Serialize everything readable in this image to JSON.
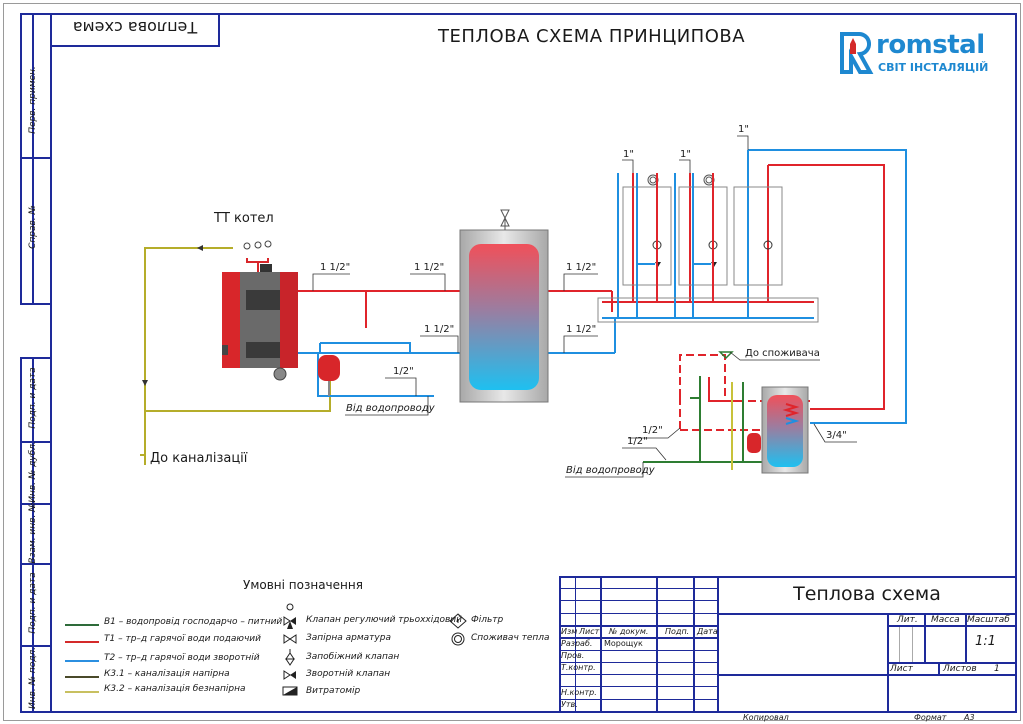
{
  "sheet": {
    "stamp_top_left": "Теплова схема",
    "title": "ТЕПЛОВА СХЕМА ПРИНЦИПОВА",
    "logo": {
      "brand": "romstal",
      "tagline": "СВІТ ІНСТАЛЯЦІЙ",
      "icon": "romstal-r-logo-icon",
      "brand_color": "#1e88d0",
      "accent_color": "#d42a2a"
    },
    "side_stamp": [
      "Перв. примен.",
      "Справ. №",
      "Подп. и дата",
      "Инв. № дубл.",
      "Взам. инв. №",
      "Подп. и дата",
      "Инв. № подл."
    ],
    "frame_color": "#1e2a9a"
  },
  "diagram": {
    "boiler_label": "ТТ котел",
    "sewer_label": "До каналізації",
    "water_supply_label_1": "Від водопроводу",
    "water_supply_label_2": "Від водопроводу",
    "consumer_label": "До споживача",
    "pipe_sizes": {
      "boiler_supply": "1 1/2\"",
      "tank_in_supply": "1 1/2\"",
      "tank_out_supply": "1 1/2\"",
      "boiler_return": "1 1/2\"",
      "tank_out_return": "1 1/2\"",
      "makeup": "1/2\"",
      "group1": "1\"",
      "group2": "1\"",
      "group3": "1\"",
      "dhw_a": "1/2\"",
      "dhw_b": "1/2\"",
      "coil": "3/4\""
    },
    "colors": {
      "supply": "#e0242b",
      "return": "#1f8fe0",
      "water": "#2e7d32",
      "sewer_pressure": "#5a4a1a",
      "sewer_gravity": "#c8c23a"
    }
  },
  "legend": {
    "title": "Умовні позначення",
    "lines": [
      {
        "label": "В1 – водопровід господарчо – питний",
        "color": "#2e6b3a"
      },
      {
        "label": "Т1 – тр–д гарячої води подаючий",
        "color": "#d42a2a"
      },
      {
        "label": "Т2 – тр–д гарячої води зворотній",
        "color": "#2b8fe0"
      },
      {
        "label": "К3.1 – каналізація напірна",
        "color": "#4a4a2a"
      },
      {
        "label": "К3.2 – каналізація безнапірна",
        "color": "#c8c060"
      }
    ],
    "symbols": [
      {
        "icon": "three-way-valve-icon",
        "label": "Клапан регулючий трьоххідовий"
      },
      {
        "icon": "shutoff-valve-icon",
        "label": "Запірна арматура"
      },
      {
        "icon": "safety-valve-icon",
        "label": "Запобіжний клапан"
      },
      {
        "icon": "check-valve-icon",
        "label": "Зворотній клапан"
      },
      {
        "icon": "flowmeter-icon",
        "label": "Витратомір"
      }
    ],
    "symbols2": [
      {
        "icon": "filter-icon",
        "label": "Фільтр"
      },
      {
        "icon": "heat-consumer-icon",
        "label": "Споживач тепла"
      }
    ]
  },
  "title_block": {
    "name": "Теплова схема",
    "headers": {
      "izm": "Изм",
      "list": "Лист",
      "doc": "№ докум.",
      "podp": "Подп.",
      "date": "Дата"
    },
    "rows": [
      "Разраб.",
      "Пров.",
      "Т.контр.",
      "",
      "Н.контр.",
      "Утв."
    ],
    "developer": "Морощук",
    "lit": "Лит.",
    "mass": "Масса",
    "scale": "Масштаб",
    "scale_value": "1:1",
    "sheet": "Лист",
    "sheets": "Листов",
    "sheets_value": "1",
    "copied": "Копировал",
    "format": "Формат",
    "format_value": "А3"
  }
}
